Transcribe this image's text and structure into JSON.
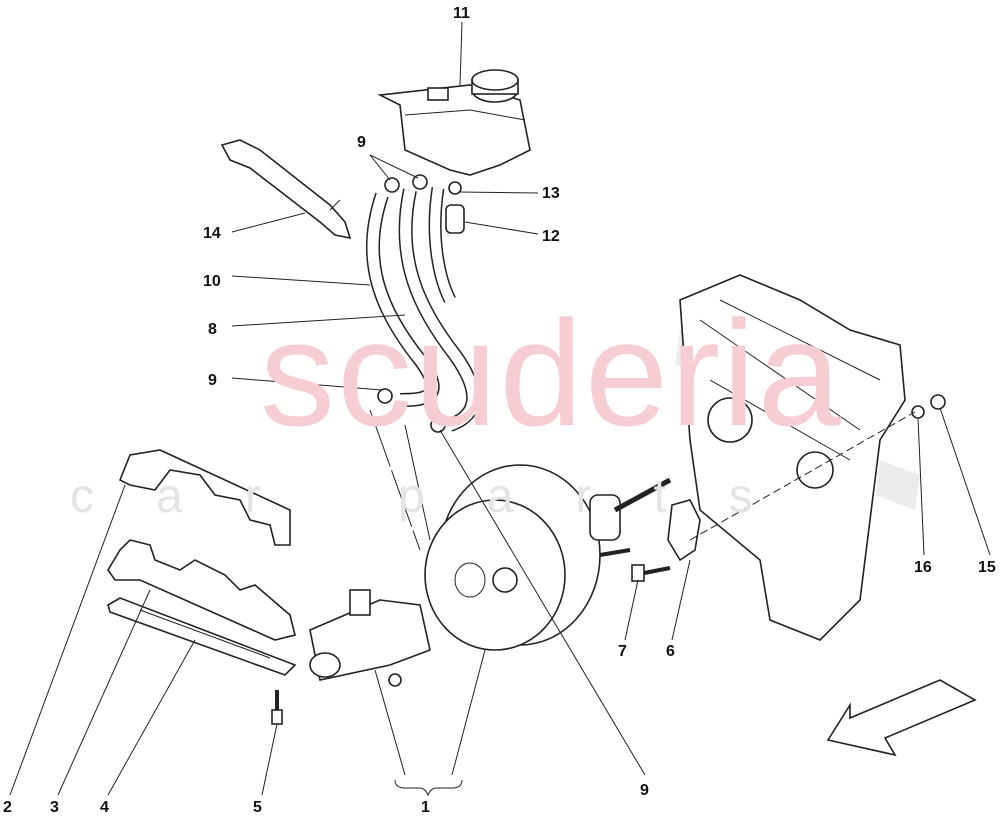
{
  "watermark": {
    "brand": "scuderia",
    "sub": "car parts"
  },
  "callouts": [
    {
      "id": "c11",
      "label": "11"
    },
    {
      "id": "c9a",
      "label": "9"
    },
    {
      "id": "c13",
      "label": "13"
    },
    {
      "id": "c12",
      "label": "12"
    },
    {
      "id": "c14",
      "label": "14"
    },
    {
      "id": "c10",
      "label": "10"
    },
    {
      "id": "c8",
      "label": "8"
    },
    {
      "id": "c9b",
      "label": "9"
    },
    {
      "id": "c2",
      "label": "2"
    },
    {
      "id": "c3",
      "label": "3"
    },
    {
      "id": "c4",
      "label": "4"
    },
    {
      "id": "c5",
      "label": "5"
    },
    {
      "id": "c1",
      "label": "1"
    },
    {
      "id": "c9c",
      "label": "9"
    },
    {
      "id": "c7",
      "label": "7"
    },
    {
      "id": "c6",
      "label": "6"
    },
    {
      "id": "c16",
      "label": "16"
    },
    {
      "id": "c15",
      "label": "15"
    }
  ],
  "direction_arrow": "arrow-left-down-icon"
}
